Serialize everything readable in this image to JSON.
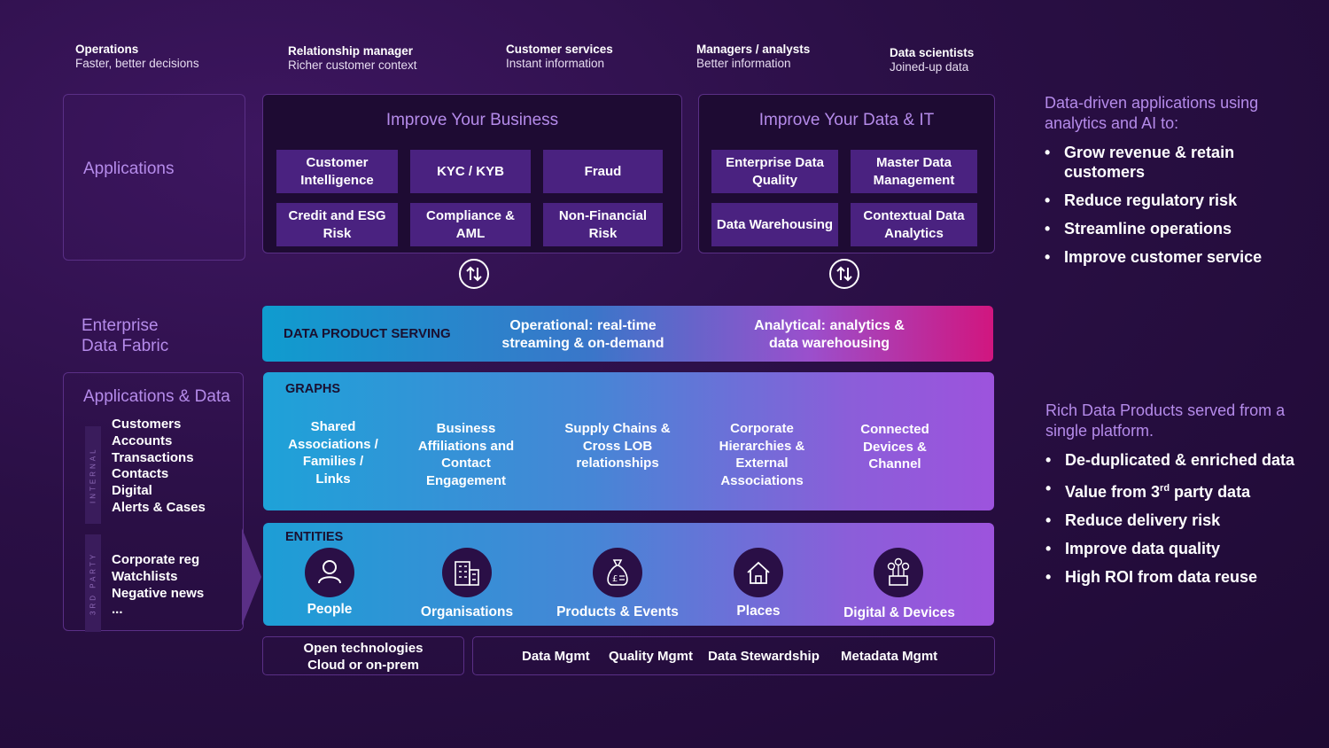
{
  "personas": [
    {
      "title": "Operations",
      "sub": "Faster, better decisions"
    },
    {
      "title": "Relationship manager",
      "sub": "Richer customer context"
    },
    {
      "title": "Customer services",
      "sub": "Instant information"
    },
    {
      "title": "Managers / analysts",
      "sub": "Better information"
    },
    {
      "title": "Data scientists",
      "sub": "Joined-up data"
    }
  ],
  "left": {
    "applications": "Applications",
    "edf_line1": "Enterprise",
    "edf_line2": "Data Fabric",
    "apps_data": "Applications & Data",
    "internal_label": "INTERNAL",
    "internal_items": [
      "Customers",
      "Accounts",
      "Transactions",
      "Contacts",
      "Digital",
      "Alerts & Cases"
    ],
    "third_label": "3RD PARTY",
    "third_items": [
      "Corporate reg",
      "Watchlists",
      "Negative news",
      "..."
    ]
  },
  "business": {
    "title": "Improve Your Business",
    "tiles": [
      "Customer Intelligence",
      "KYC / KYB",
      "Fraud",
      "Credit and ESG Risk",
      "Compliance & AML",
      "Non-Financial Risk"
    ]
  },
  "dataIT": {
    "title": "Improve Your Data & IT",
    "tiles": [
      "Enterprise Data Quality",
      "Master Data Management",
      "Data Warehousing",
      "Contextual Data Analytics"
    ]
  },
  "serving": {
    "label": "DATA PRODUCT SERVING",
    "operational": "Operational: real-time streaming & on-demand",
    "analytical": "Analytical: analytics & data warehousing"
  },
  "graphs": {
    "label": "GRAPHS",
    "items": [
      "Shared Associations / Families / Links",
      "Business Affiliations and Contact Engagement",
      "Supply Chains & Cross LOB relationships",
      "Corporate Hierarchies & External Associations",
      "Connected Devices & Channel"
    ]
  },
  "entities": {
    "label": "ENTITIES",
    "items": [
      "People",
      "Organisations",
      "Products & Events",
      "Places",
      "Digital & Devices"
    ]
  },
  "footer": {
    "open_line1": "Open technologies",
    "open_line2": "Cloud or on-prem",
    "items": [
      "Data Mgmt",
      "Quality Mgmt",
      "Data Stewardship",
      "Metadata Mgmt"
    ]
  },
  "right_top": {
    "title": "Data-driven applications using analytics and AI to:",
    "bullets": [
      "Grow revenue & retain customers",
      "Reduce regulatory risk",
      "Streamline operations",
      "Improve customer service"
    ]
  },
  "right_bottom": {
    "title": "Rich Data Products served from a single platform.",
    "b1": "De-duplicated & enriched data",
    "b2_pre": "Value from 3",
    "b2_sup": "rd",
    "b2_post": " party data",
    "b3": "Reduce delivery risk",
    "b4": "Improve data quality",
    "b5": "High ROI from data reuse"
  }
}
